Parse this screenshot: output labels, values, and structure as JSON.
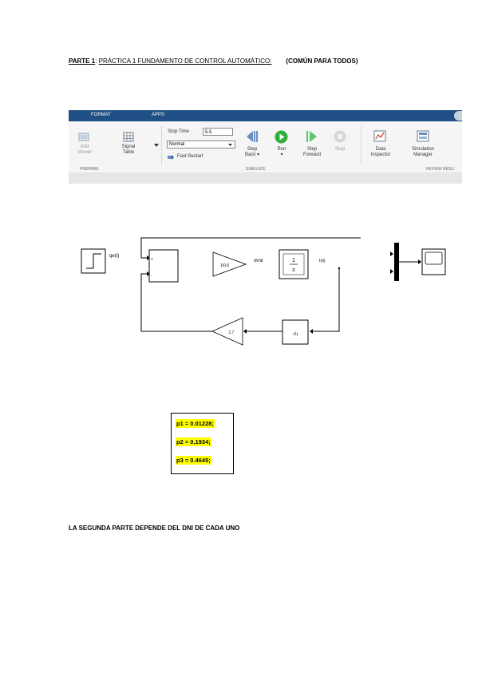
{
  "heading": {
    "label": "PARTE 1",
    "colon": ": ",
    "title": "PRÁCTICA 1 FUNDAMENTO DE CONTROL AUTOMÁTICO:",
    "note": "(COMÚN PARA TODOS)"
  },
  "toolbar": {
    "tabs": [
      "FORMAT",
      "APPS"
    ],
    "add_viewer": "Add\nViewer",
    "signal_table": "Signal\nTable",
    "stop_time_label": "Stop Time",
    "stop_time_value": "5.5",
    "mode_value": "Normal",
    "fast_restart": "Fast Restart",
    "step_back": "Step\nBack ▾",
    "run": "Run\n▾",
    "step_forward": "Step\nForward",
    "stop": "Stop",
    "data_inspector": "Data\nInspector",
    "simulation_manager": "Simulation\nManager",
    "section_prepare": "PREPARE",
    "section_simulate": "SIMULATE",
    "section_review": "REVIEW RESU"
  },
  "diagram": {
    "signal_qe": "qe(t)",
    "signal_dvdt": "dV/dt",
    "signal_ht": "h(t)",
    "gain_forward": "1/0.6",
    "integrator_num": "1",
    "integrator_den": "s",
    "sqrt_label": "√u",
    "gain_feedback": "1.7"
  },
  "params": [
    "p1 = 0.01228;",
    "p2 = 0,1934;",
    "p3 = 0.4645;"
  ],
  "footer": "LA SEGUNDA PARTE DEPENDE DEL DNI DE CADA UNO",
  "colors": {
    "ribbon": "#1f4f84",
    "highlight": "#ffff00",
    "run_green": "#2eae3d",
    "nav_blue": "#6a8fc0"
  }
}
